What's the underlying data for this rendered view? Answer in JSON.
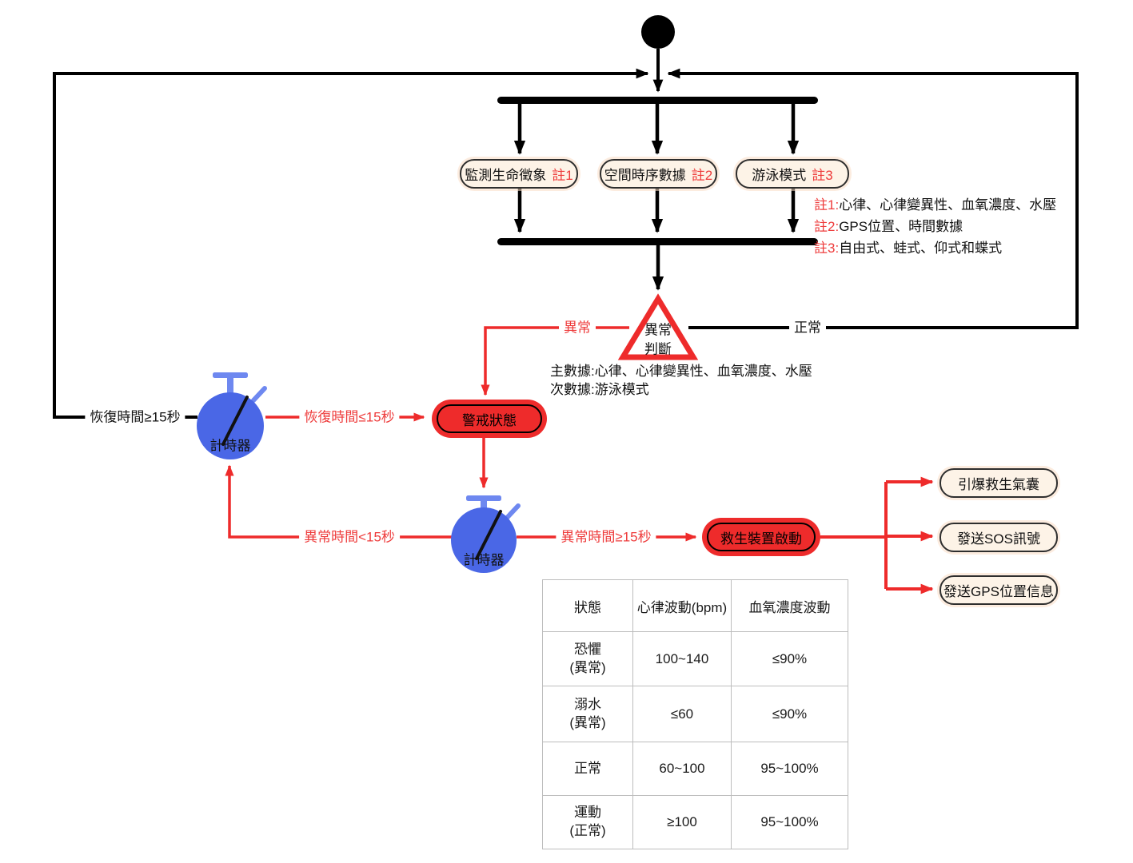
{
  "colors": {
    "red": "#ee2b2b",
    "red_text": "#ee3b3b",
    "blue": "#4a67e6",
    "blue_light": "#6e88f0",
    "cream": "#fdf3e7",
    "box_border": "#2e2e2e",
    "black": "#000000",
    "table_border": "#bdbdbd"
  },
  "flow": {
    "activities": [
      {
        "label": "監測生命徵象",
        "ref": "註1"
      },
      {
        "label": "空間時序數據",
        "ref": "註2"
      },
      {
        "label": "游泳模式",
        "ref": "註3"
      }
    ],
    "notes": [
      {
        "ref": "註1:",
        "text": "心律、心律變異性、血氧濃度、水壓"
      },
      {
        "ref": "註2:",
        "text": "GPS位置、時間數據"
      },
      {
        "ref": "註3:",
        "text": "自由式、蛙式、仰式和蝶式"
      }
    ],
    "decision": {
      "line1": "異常",
      "line2": "判斷"
    },
    "decision_desc": {
      "primary": "主數據:心律、心律變異性、血氧濃度、水壓",
      "secondary": "次數據:游泳模式"
    },
    "branch_labels": {
      "abnormal": "異常",
      "normal": "正常"
    },
    "edge_labels": {
      "recover_ge15": "恢復時間≥15秒",
      "recover_le15": "恢復時間≤15秒",
      "abnormal_lt15": "異常時間<15秒",
      "abnormal_ge15": "異常時間≥15秒"
    },
    "timers": [
      "計時器",
      "計時器"
    ],
    "states": {
      "alert": "警戒狀態",
      "rescue": "救生裝置啟動"
    },
    "outputs": [
      "引爆救生氣囊",
      "發送SOS訊號",
      "發送GPS位置信息"
    ]
  },
  "table": {
    "headers": [
      "狀態",
      "心律波動(bpm)",
      "血氧濃度波動"
    ],
    "rows": [
      {
        "state": "恐懼",
        "state_note": "(異常)",
        "hr": "100~140",
        "spo2": "≤90%"
      },
      {
        "state": "溺水",
        "state_note": "(異常)",
        "hr": "≤60",
        "spo2": "≤90%"
      },
      {
        "state": "正常",
        "state_note": "",
        "hr": "60~100",
        "spo2": "95~100%"
      },
      {
        "state": "運動",
        "state_note": "(正常)",
        "hr": "≥100",
        "spo2": "95~100%"
      }
    ]
  }
}
